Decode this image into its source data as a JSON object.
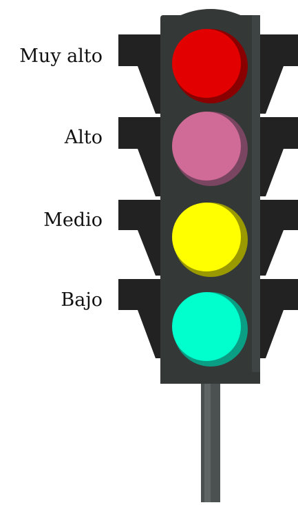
{
  "traffic_light": {
    "levels": [
      {
        "label": "Muy alto",
        "color": "#e20000",
        "shade": "#8a0000"
      },
      {
        "label": "Alto",
        "color": "#cf6b96",
        "shade": "#7a4560"
      },
      {
        "label": "Medio",
        "color": "#ffff00",
        "shade": "#9a9a00"
      },
      {
        "label": "Bajo",
        "color": "#00ffcc",
        "shade": "#0a9e84"
      }
    ],
    "housing_color": "#343837",
    "housing_highlight": "#3e4443",
    "bracket_color": "#222222",
    "pole_color": "#4b5150",
    "pole_highlight": "#5e6564"
  }
}
